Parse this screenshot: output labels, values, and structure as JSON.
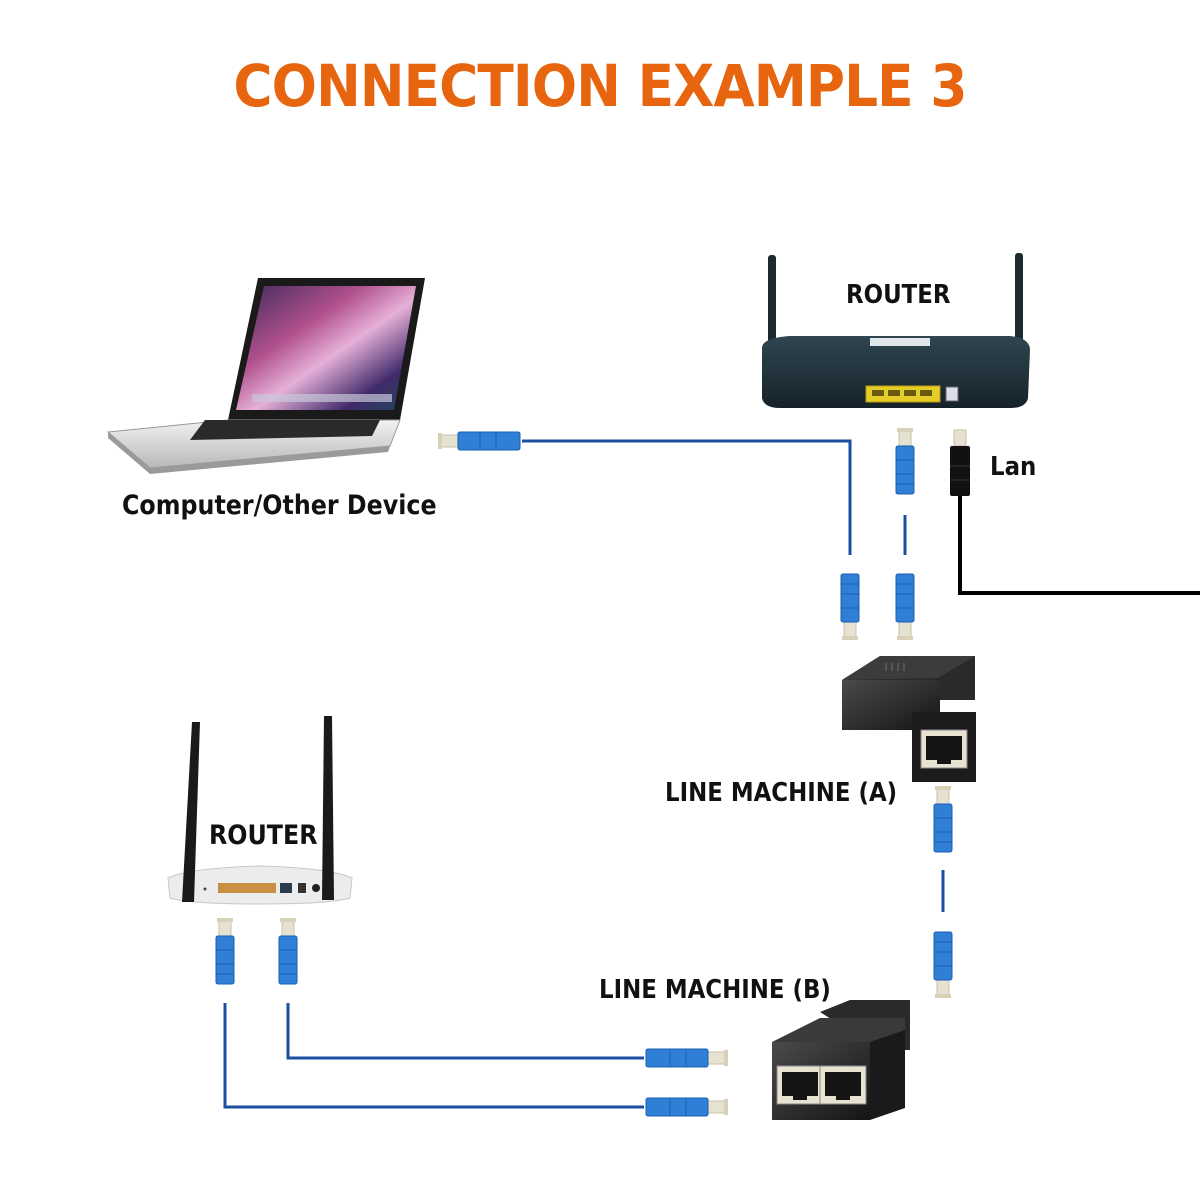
{
  "title": "CONNECTION EXAMPLE 3",
  "colors": {
    "title": "#e8650f",
    "cable_blue": "#1a4fa0",
    "connector_blue": "#2f7fd6",
    "cable_black": "#000000",
    "label": "#111111"
  },
  "devices": {
    "laptop": {
      "label": "Computer/Other Device",
      "icon": "laptop-icon"
    },
    "main_router": {
      "label": "ROUTER",
      "icon": "router-dark-icon",
      "port_label": "Lan"
    },
    "line_machine_a": {
      "label": "LINE MACHINE (A)",
      "icon": "rj45-splitter-single-icon"
    },
    "line_machine_b": {
      "label": "LINE MACHINE (B)",
      "icon": "rj45-splitter-dual-icon"
    },
    "secondary_router": {
      "label": "ROUTER",
      "icon": "router-white-icon"
    }
  },
  "connections": [
    {
      "from": "Computer/Other Device",
      "to": "LINE MACHINE (A)",
      "cable": "blue"
    },
    {
      "from": "ROUTER",
      "to": "LINE MACHINE (A)",
      "cable": "blue"
    },
    {
      "from": "Lan",
      "to": "external",
      "cable": "black"
    },
    {
      "from": "LINE MACHINE (A)",
      "to": "LINE MACHINE (B)",
      "cable": "blue"
    },
    {
      "from": "LINE MACHINE (B)",
      "to": "ROUTER",
      "cable": "blue"
    },
    {
      "from": "LINE MACHINE (B)",
      "to": "ROUTER",
      "cable": "blue"
    }
  ]
}
